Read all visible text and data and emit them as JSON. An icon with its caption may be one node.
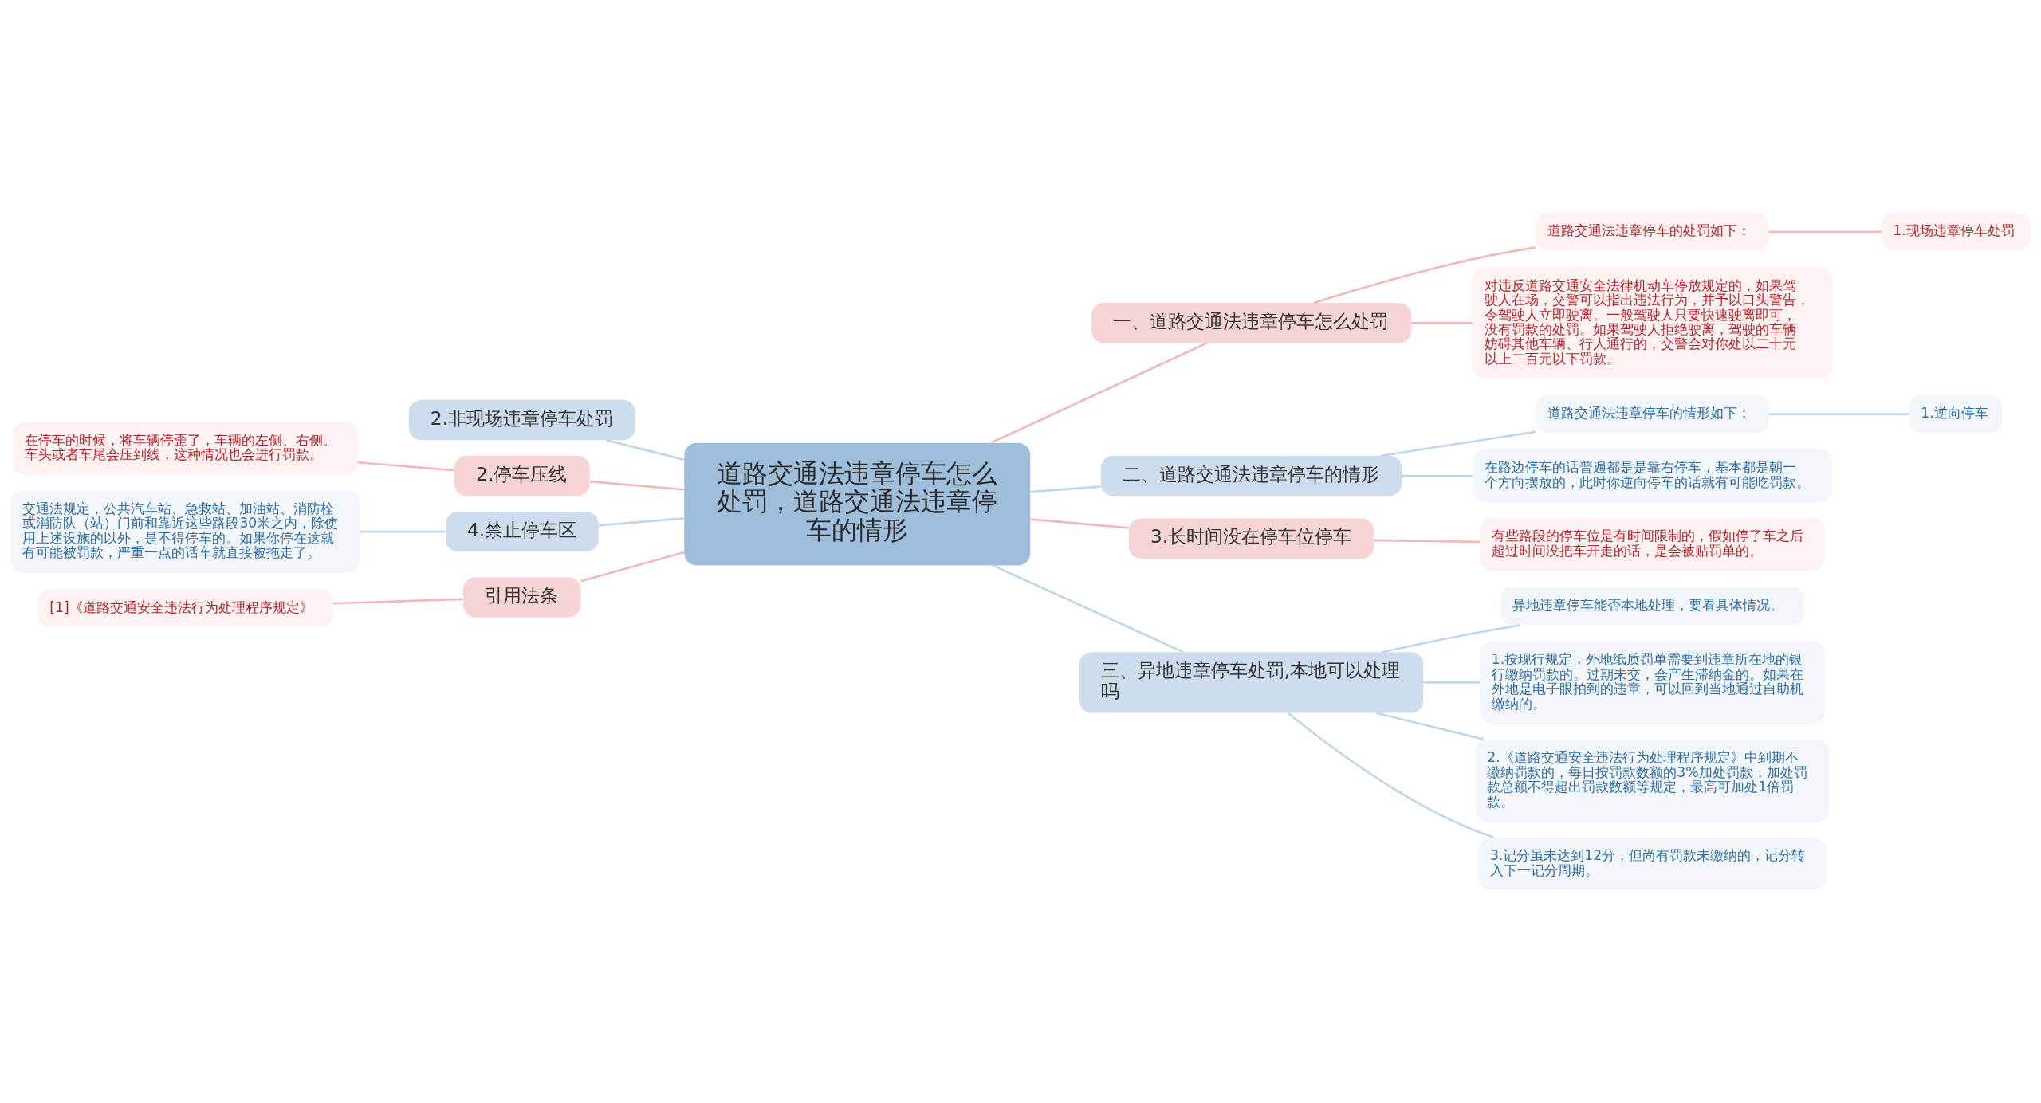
{
  "diagram": {
    "nodes": [
      {
        "text": [
          "道路交通法违章停车怎么处罚，道路交通法违章停车的情形"
        ]
      },
      {
        "text": [
          "一、道路交通法违章停车怎么处罚"
        ]
      },
      {
        "text": [
          "道路交通法违章停车的处罚如下："
        ]
      },
      {
        "text": [
          "1.现场违章停车处罚"
        ]
      },
      {
        "text": [
          "对违反道路交通安全法律机动车停放规定的，如果驾驶人在场，交警可以指出违法行为，并予以口头警告，令驾驶人立即驶离。一般驾驶人只要快速驶离即可，没有罚款的处罚。如果驾驶人拒绝驶离，驾驶的车辆妨碍其他车辆、行人通行的，交警会对你处以二十元以上二百元以下罚款。"
        ]
      },
      {
        "text": [
          "二、道路交通法违章停车的情形"
        ]
      },
      {
        "text": [
          "道路交通法违章停车的情形如下："
        ]
      },
      {
        "text": [
          "1.逆向停车"
        ]
      },
      {
        "text": [
          "在路边停车的话普遍都是是靠右停车，基本都是朝一个方向摆放的，此时你逆向停车的话就有可能吃罚款。"
        ]
      },
      {
        "text": [
          "3.长时间没在停车位停车"
        ]
      },
      {
        "text": [
          "有些路段的停车位是有时间限制的，假如停了车之后超过时间没把车开走的话，是会被贴罚单的。"
        ]
      },
      {
        "text": [
          "三、异地违章停车处罚,本地可以处理吗"
        ]
      },
      {
        "text": [
          "异地违章停车能否本地处理，要看具体情况。"
        ]
      },
      {
        "text": [
          "1.按现行规定，外地纸质罚单需要到违章所在地的银行缴纳罚款的。过期未交，会产生滞纳金的。如果在外地是电子眼拍到的违章，可以回到当地通过自助机缴纳的。"
        ]
      },
      {
        "text": [
          "2.《道路交通安全违法行为处理程序规定》中到期不缴纳罚款的，每日按罚款数额的3%加处罚款，加处罚款总额不得超出罚款数额等规定，最高可加处1倍罚款。"
        ]
      },
      {
        "text": [
          "3.记分虽未达到12分，但尚有罚款未缴纳的，记分转入下一记分周期。"
        ]
      },
      {
        "text": [
          "2.非现场违章停车处罚"
        ]
      },
      {
        "text": [
          "2.停车压线"
        ]
      },
      {
        "text": [
          "在停车的时候，将车辆停歪了，车辆的左侧、右侧、车头或者车尾会压到线，这种情况也会进行罚款。"
        ]
      },
      {
        "text": [
          "4.禁止停车区"
        ]
      },
      {
        "text": [
          "交通法规定，公共汽车站、急救站、加油站、消防栓或消防队（站）门前和靠近这些路段30米之内，除使用上述设施的以外，是不得停车的。如果你停在这就有可能被罚款，严重一点的话车就直接被拖走了。"
        ]
      },
      {
        "text": [
          "引用法条"
        ]
      },
      {
        "text": [
          "[1]《道路交通安全违法行为处理程序规定》"
        ]
      }
    ],
    "edges": [
      {
        "from": 0,
        "to": 1,
        "arrow": "none",
        "color": "#f0b9bd"
      },
      {
        "from": 1,
        "to": 2,
        "arrow": "none",
        "color": "#f0b9bd"
      },
      {
        "from": 2,
        "to": 3,
        "arrow": "none",
        "color": "#f0b9bd"
      },
      {
        "from": 1,
        "to": 4,
        "arrow": "none",
        "color": "#f0b9bd"
      },
      {
        "from": 0,
        "to": 5,
        "arrow": "none"
      },
      {
        "from": 5,
        "to": 6,
        "arrow": "none"
      },
      {
        "from": 6,
        "to": 7,
        "arrow": "none"
      },
      {
        "from": 5,
        "to": 8,
        "arrow": "none"
      },
      {
        "from": 0,
        "to": 9,
        "arrow": "none",
        "color": "#f0b9bd"
      },
      {
        "from": 9,
        "to": 10,
        "arrow": "none",
        "color": "#f0b9bd"
      },
      {
        "from": 0,
        "to": 11,
        "arrow": "none"
      },
      {
        "from": 11,
        "to": 12,
        "arrow": "none"
      },
      {
        "from": 11,
        "to": 13,
        "arrow": "none"
      },
      {
        "from": 11,
        "to": 14,
        "arrow": "none"
      },
      {
        "from": 11,
        "to": 15,
        "arrow": "none"
      },
      {
        "from": 0,
        "to": 16,
        "arrow": "none"
      },
      {
        "from": 0,
        "to": 17,
        "arrow": "none",
        "color": "#f0b9bd"
      },
      {
        "from": 17,
        "to": 18,
        "arrow": "none",
        "color": "#f0b9bd"
      },
      {
        "from": 0,
        "to": 19,
        "arrow": "none"
      },
      {
        "from": 19,
        "to": 20,
        "arrow": "none"
      },
      {
        "from": 0,
        "to": 21,
        "arrow": "none",
        "color": "#f0b9bd"
      },
      {
        "from": 21,
        "to": 22,
        "arrow": "none",
        "color": "#f0b9bd"
      }
    ]
  }
}
